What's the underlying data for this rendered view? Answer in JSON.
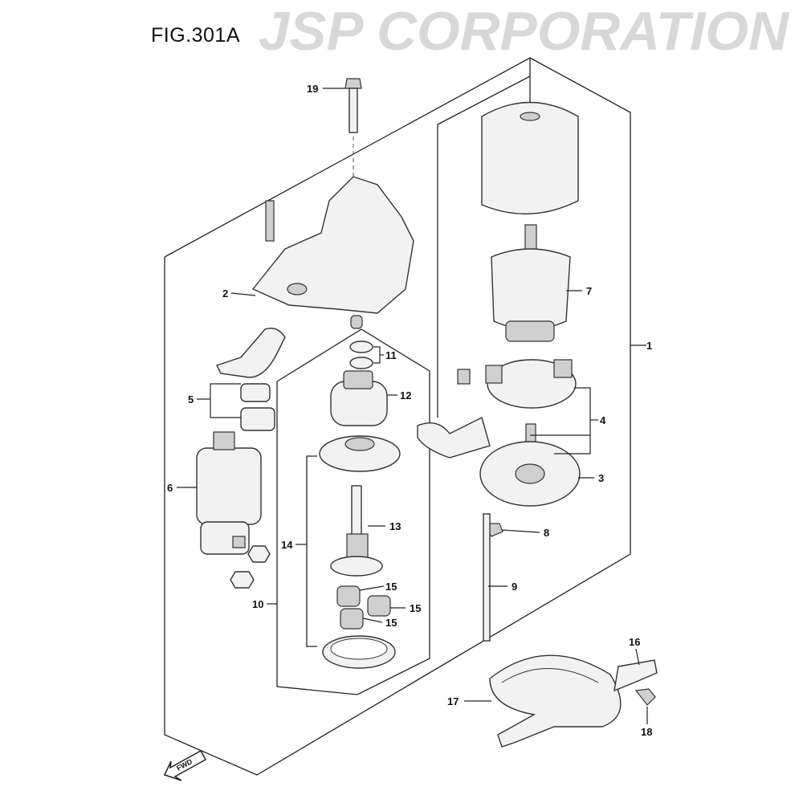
{
  "figure": {
    "title": "FIG.301A",
    "watermark": "JSP CORPORATION",
    "fwd_label": "FWD"
  },
  "callouts": [
    "1",
    "2",
    "3",
    "4",
    "5",
    "6",
    "7",
    "8",
    "9",
    "10",
    "11",
    "12",
    "13",
    "14",
    "15",
    "15",
    "15",
    "16",
    "17",
    "18",
    "19"
  ]
}
